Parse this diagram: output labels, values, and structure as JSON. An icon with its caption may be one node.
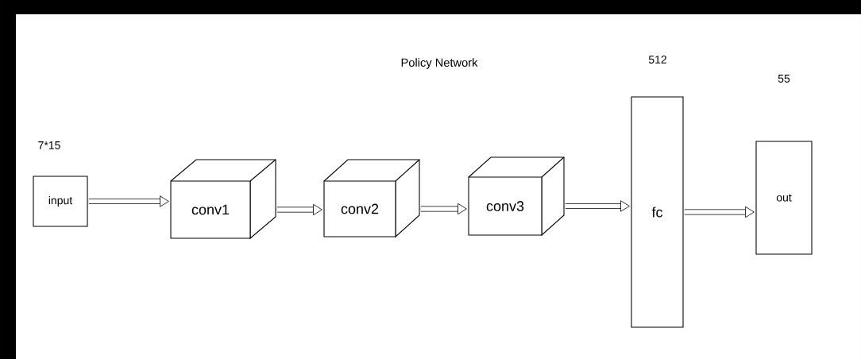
{
  "diagram": {
    "title": "Policy Network",
    "nodes": [
      {
        "text": [
          "input"
        ],
        "beside": [
          "7*15"
        ]
      },
      {
        "text": [
          "conv1"
        ]
      },
      {
        "text": [
          "conv2"
        ]
      },
      {
        "text": [
          "conv3"
        ]
      },
      {
        "text": [
          "fc"
        ],
        "beside": [
          "512"
        ]
      },
      {
        "text": [
          "out"
        ]
      }
    ],
    "edges": [
      {
        "from": 0,
        "to": 1,
        "arrow": "to"
      },
      {
        "from": 1,
        "to": 2,
        "arrow": "to"
      },
      {
        "from": 2,
        "to": 3,
        "arrow": "to"
      },
      {
        "from": 3,
        "to": 4,
        "arrow": "to"
      },
      {
        "from": 4,
        "to": 5,
        "arrow": "to"
      }
    ],
    "labels": [
      "55"
    ]
  }
}
